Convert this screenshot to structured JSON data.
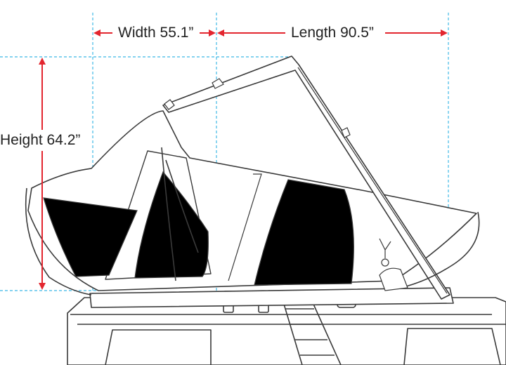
{
  "dimensions": {
    "width_label": "Width 55.1”",
    "length_label": "Length 90.5”",
    "height_label": "Height 64.2”"
  },
  "colors": {
    "dimension_arrow": "#e3262f",
    "guide_line": "#5bc3ea",
    "outline": "#3a3a3a",
    "window_fill": "#000000",
    "canvas_fill": "#ffffff"
  }
}
